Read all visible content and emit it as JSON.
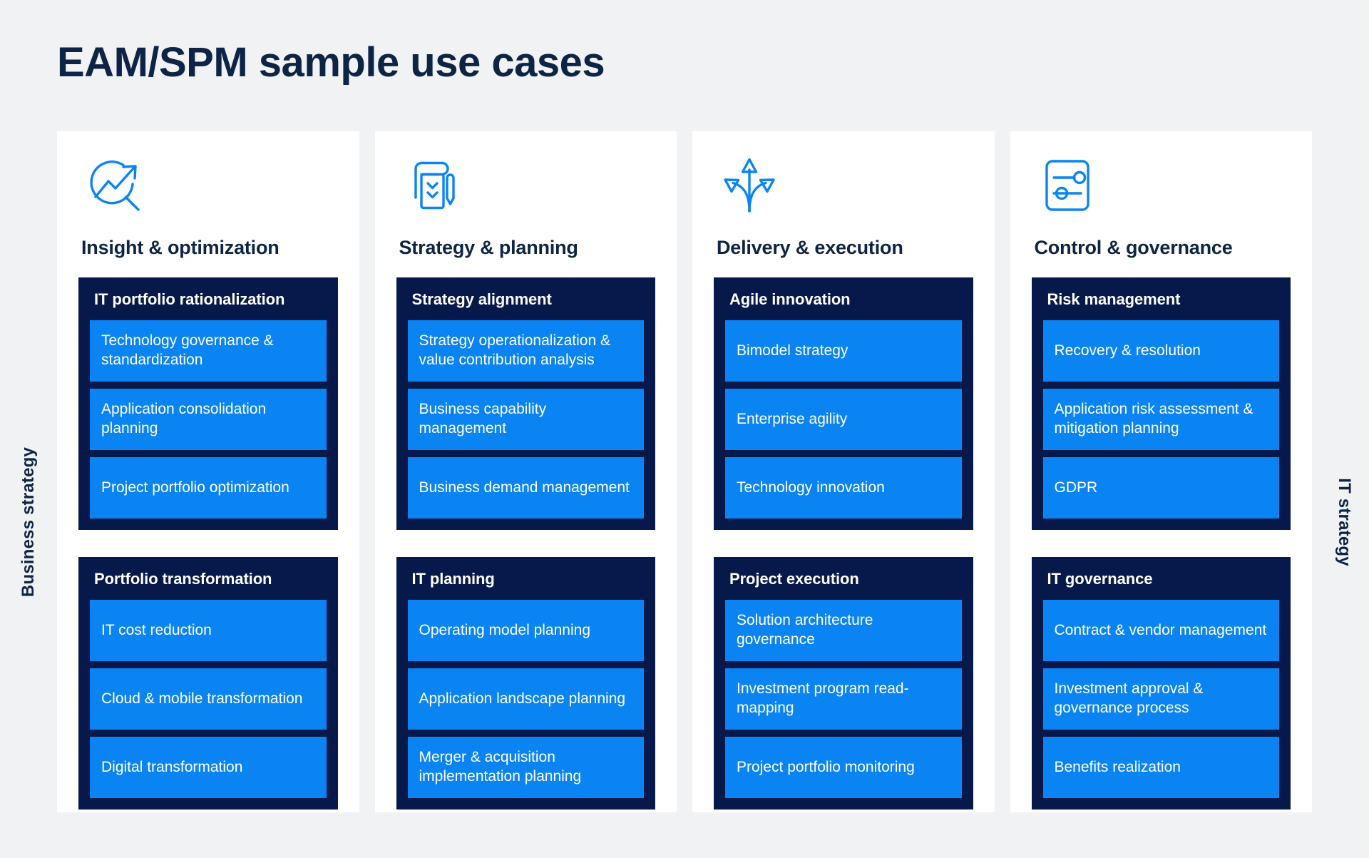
{
  "title": "EAM/SPM sample use cases",
  "colors": {
    "background": "#f1f2f4",
    "card": "#ffffff",
    "navy": "#06194a",
    "blue": "#0b84f3",
    "title_navy": "#0d2444"
  },
  "side_labels": {
    "left": "Business strategy",
    "right": "IT strategy"
  },
  "columns": [
    {
      "icon": "trend-analysis-icon",
      "heading": "Insight & optimization",
      "groups": [
        {
          "title": "IT portfolio rationalization",
          "items": [
            "Technology governance & standardization",
            "Application consolidation planning",
            "Project portfolio optimization"
          ]
        },
        {
          "title": "Portfolio transformation",
          "items": [
            "IT cost reduction",
            "Cloud & mobile transformation",
            "Digital transformation"
          ]
        }
      ]
    },
    {
      "icon": "notepad-pen-icon",
      "heading": "Strategy & planning",
      "groups": [
        {
          "title": "Strategy alignment",
          "items": [
            "Strategy operationalization & value contribution analysis",
            "Business capability management",
            "Business demand management"
          ]
        },
        {
          "title": "IT planning",
          "items": [
            "Operating model planning",
            "Application landscape planning",
            "Merger & acquisition implementation planning"
          ]
        }
      ]
    },
    {
      "icon": "diverging-arrows-icon",
      "heading": "Delivery & execution",
      "groups": [
        {
          "title": "Agile innovation",
          "items": [
            "Bimodel strategy",
            "Enterprise agility",
            "Technology innovation"
          ]
        },
        {
          "title": "Project execution",
          "items": [
            "Solution architecture governance",
            "Investment program read-mapping",
            "Project portfolio monitoring"
          ]
        }
      ]
    },
    {
      "icon": "settings-sliders-icon",
      "heading": "Control & governance",
      "groups": [
        {
          "title": "Risk management",
          "items": [
            "Recovery & resolution",
            "Application risk assessment & mitigation planning",
            "GDPR"
          ]
        },
        {
          "title": "IT governance",
          "items": [
            "Contract & vendor management",
            "Investment approval & governance process",
            "Benefits realization"
          ]
        }
      ]
    }
  ]
}
